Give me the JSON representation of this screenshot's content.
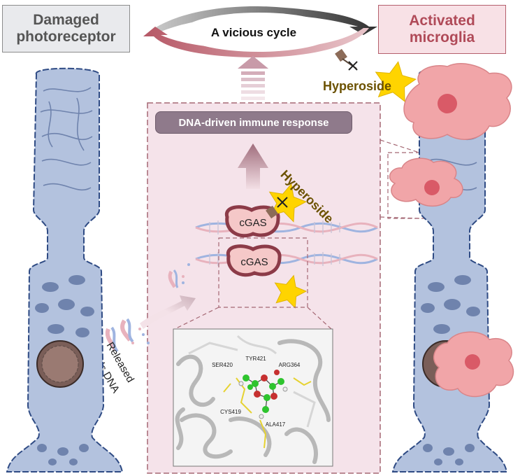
{
  "titles": {
    "damaged": "Damaged photoreceptor",
    "activated": "Activated microglia",
    "cycle": "A vicious cycle"
  },
  "labels": {
    "dna_response": "DNA-driven immune response",
    "hyperoside_top": "Hyperoside",
    "hyperoside_center": "Hyperoside",
    "cgas_1": "cGAS",
    "cgas_2": "cGAS",
    "released_line1": "Released",
    "released_line2": "ds DNA"
  },
  "residues": {
    "tyr421": "TYR421",
    "ser420": "SER420",
    "arg364": "ARG364",
    "cys419": "CYS419",
    "ala417": "ALA417"
  },
  "colors": {
    "photoreceptor_fill": "#b3c2de",
    "photoreceptor_stroke": "#2f4b84",
    "microglia_fill": "#f1a5a8",
    "nucleus_fill": "#d95a67",
    "panel_fill": "#f5e3ea",
    "panel_stroke": "#a56874",
    "star_fill": "#ffd400",
    "hyperoside_text": "#6b5100",
    "cgas_fill": "#f5c8c8",
    "cgas_stroke": "#8c3b48"
  }
}
